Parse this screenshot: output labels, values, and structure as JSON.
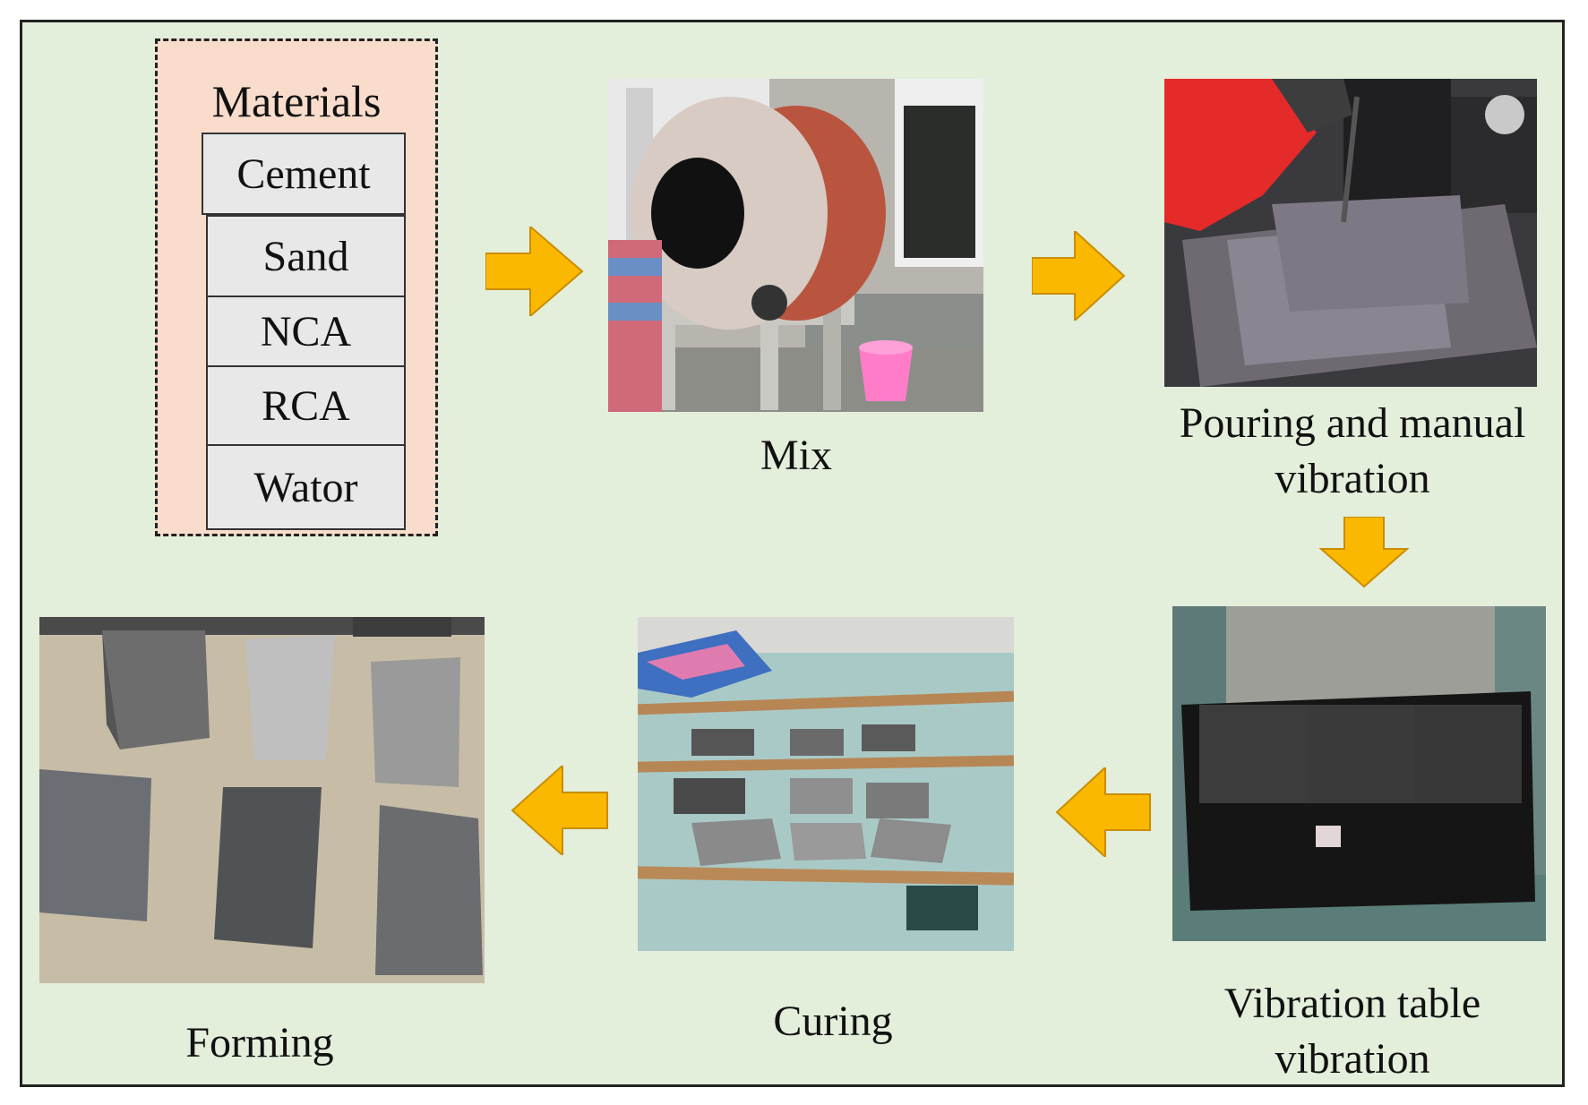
{
  "materials": {
    "title": "Materials",
    "items": [
      "Cement",
      "Sand",
      "NCA",
      "RCA",
      "Wator"
    ]
  },
  "steps": {
    "mix": "Mix",
    "pouring_line1": "Pouring and manual",
    "pouring_line2": "vibration",
    "vibration_table_line1": "Vibration table",
    "vibration_table_line2": "vibration",
    "curing": "Curing",
    "forming": "Forming"
  },
  "colors": {
    "background": "#e3eedb",
    "materials_panel": "#f9dccb",
    "arrow": "#fbb800"
  }
}
